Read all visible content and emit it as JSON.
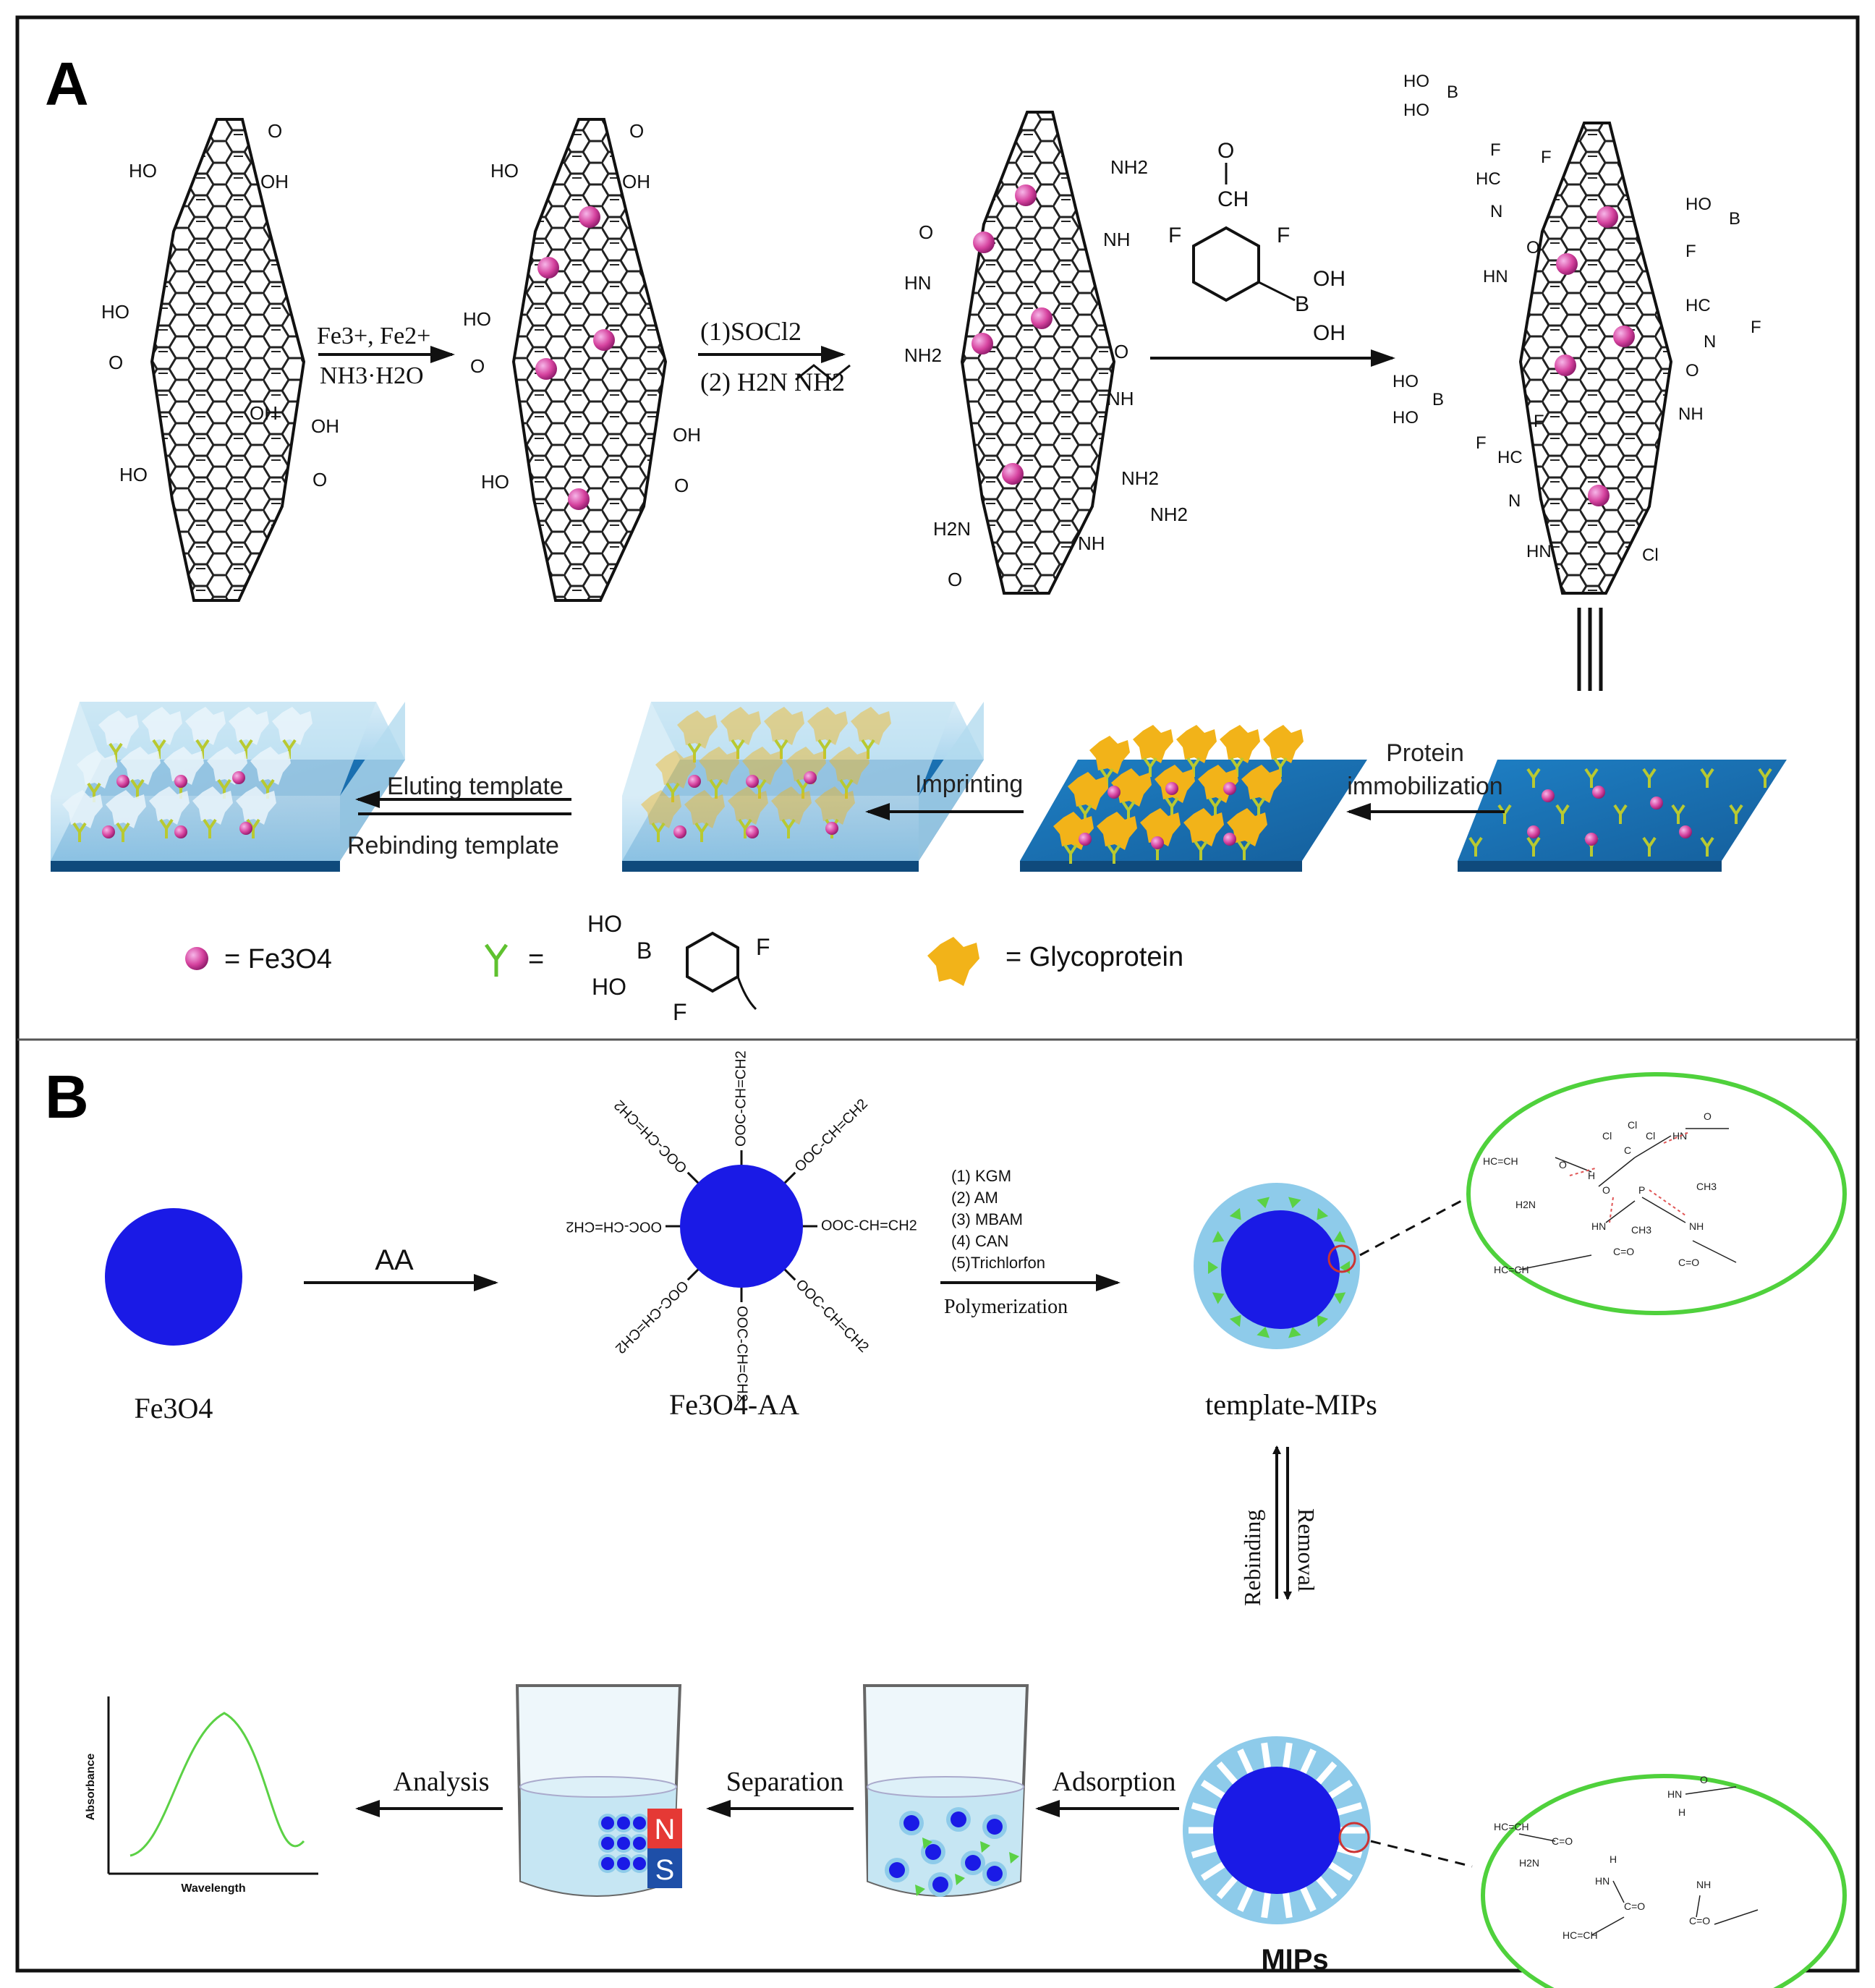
{
  "panels": {
    "a": {
      "letter": "A"
    },
    "b": {
      "letter": "B"
    }
  },
  "panel_a": {
    "step1": {
      "reagent_top": "Fe3+, Fe2+",
      "reagent_bottom": "NH3·H2O"
    },
    "step2": {
      "reagent_top": "(1)SOCl2",
      "reagent_bottom": "(2) H2N      NH2"
    },
    "reagent3": {
      "aldehyde": "O",
      "ch": "CH",
      "f": "F",
      "b": "B",
      "oh": "OH"
    },
    "groups": {
      "cooh": "OH",
      "ho": "HO",
      "o": "O",
      "nh2": "NH2",
      "nh": "NH",
      "h2n": "H2N",
      "hn": "HN",
      "hc": "HC",
      "n": "N",
      "cl": "Cl",
      "f": "F",
      "b": "B"
    },
    "process": {
      "eluting": "Eluting template",
      "rebinding": "Rebinding template",
      "imprinting": "Imprinting",
      "protein_1": "Protein",
      "protein_2": "immobilization"
    },
    "legend": {
      "fe3o4": "= Fe3O4",
      "equals": "=",
      "ligand_ho1": "HO",
      "ligand_ho2": "HO",
      "ligand_b": "B",
      "ligand_f1": "F",
      "ligand_f2": "F",
      "glyco": "= Glycoprotein"
    }
  },
  "panel_b": {
    "fe3o4_label": "Fe3O4",
    "aa_arrow": "AA",
    "fe3o4_aa_label": "Fe3O4-AA",
    "ray_label": "OOC-CH=CH2",
    "steps": [
      "(1) KGM",
      "(2) AM",
      "(3) MBAM",
      "(4) CAN",
      "(5)Trichlorfon"
    ],
    "polymerization": "Polymerization",
    "template_mips": "template-MIPs",
    "rebinding": "Rebinding",
    "removal": "Removal",
    "mips_label": "MIPs",
    "adsorption": "Adsorption",
    "separation": "Separation",
    "analysis": "Analysis",
    "magnet_n": "N",
    "magnet_s": "S",
    "absorbance": "Absorbance",
    "wavelength": "Wavelength",
    "zoom": {
      "cl": "Cl",
      "c": "C",
      "o": "O",
      "h": "H",
      "p": "P",
      "ch3": "CH3",
      "hn": "HN",
      "nh": "NH",
      "h2n": "H2N",
      "hcch": "HC=CH",
      "c_o": "C=O"
    },
    "colors": {
      "core": "#1a1ae6",
      "shell": "#8ecbea",
      "template": "#5bd145",
      "ellipse": "#4fd13c",
      "magnet_n": "#e53935",
      "magnet_s": "#1e4fa8"
    }
  }
}
